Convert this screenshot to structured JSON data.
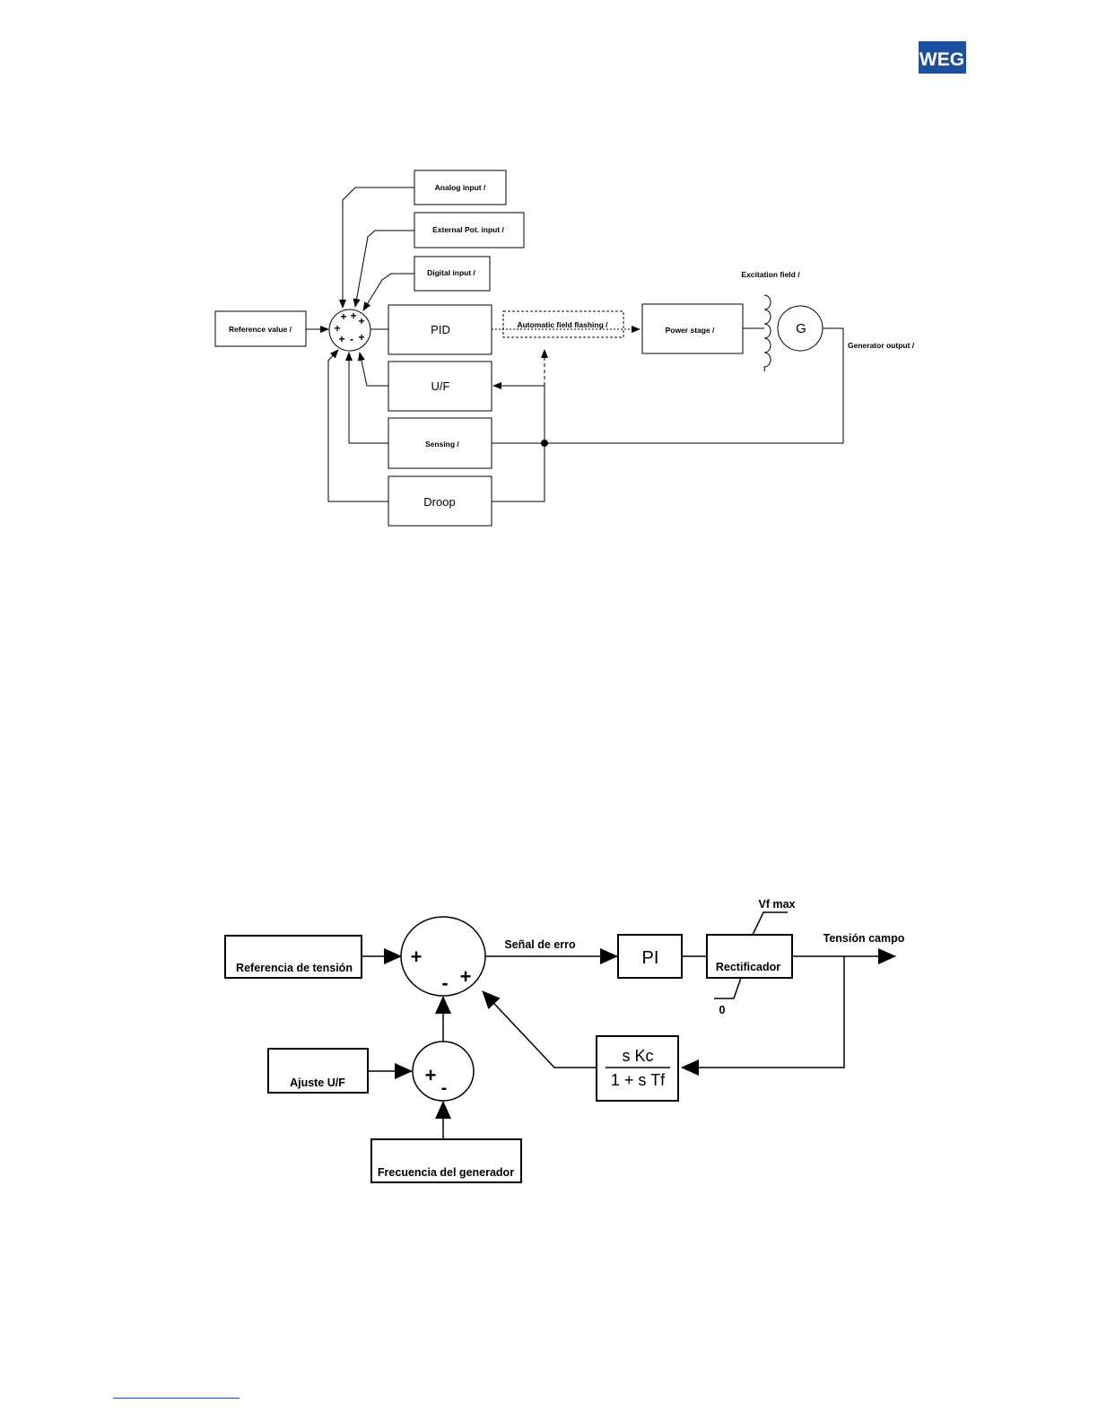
{
  "brand": {
    "logo_text": "WEG",
    "color": "#1c4fa0"
  },
  "diagram1": {
    "blocks": {
      "analog_input": "Analog input /",
      "external_pot_input": "External Pot. input /",
      "digital_input": "Digital input /",
      "reference_value": "Reference value /",
      "pid": "PID",
      "uf": "U/F",
      "sensing": "Sensing /",
      "droop": "Droop",
      "automatic_field_flashing": "Automatic field flashing /",
      "power_stage": "Power stage /",
      "generator": "G"
    },
    "labels": {
      "excitation_field": "Excitation field /",
      "generator_output": "Generator output /"
    },
    "summer_signs": [
      "+",
      "+",
      "+",
      "+",
      "-",
      "+"
    ]
  },
  "diagram2": {
    "blocks": {
      "referencia": "Referencia de tensión",
      "ajuste_uf": "Ajuste U/F",
      "frecuencia": "Frecuencia del generador",
      "pi": "PI",
      "rectificador": "Rectificador",
      "tf_num": "s Kc",
      "tf_den": "1 + s Tf"
    },
    "labels": {
      "senal_error": "Señal de erro",
      "tension_campo": "Tensión campo",
      "vf_max": "Vf max",
      "zero": "0"
    },
    "summer1_signs": [
      "+",
      "-",
      "+"
    ],
    "summer2_signs": [
      "+",
      "-"
    ]
  }
}
